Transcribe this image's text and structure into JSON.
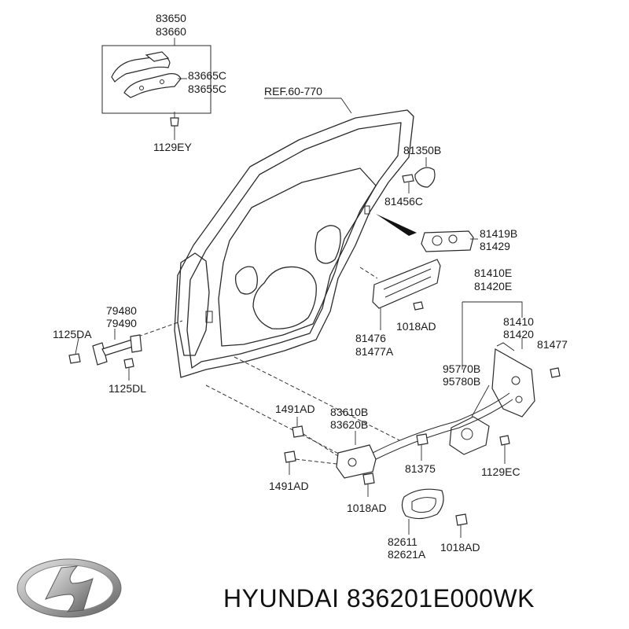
{
  "labels": {
    "p83650": "83650",
    "p83660": "83660",
    "p83665C": "83665C",
    "p83655C": "83655C",
    "p1129EY": "1129EY",
    "ref": "REF.60-770",
    "p81350B": "81350B",
    "p81456C": "81456C",
    "p81419B": "81419B",
    "p81429": "81429",
    "p81410E": "81410E",
    "p81420E": "81420E",
    "p79480": "79480",
    "p79490": "79490",
    "p1125DA": "1125DA",
    "p1125DL": "1125DL",
    "p81476": "81476",
    "p81477A": "81477A",
    "p1018AD_a": "1018AD",
    "p81410": "81410",
    "p81420": "81420",
    "p81477": "81477",
    "p95770B": "95770B",
    "p95780B": "95780B",
    "p1491AD_a": "1491AD",
    "p83610B": "83610B",
    "p83620B": "83620B",
    "p1491AD_b": "1491AD",
    "p81375": "81375",
    "p1129EC": "1129EC",
    "p1018AD_b": "1018AD",
    "p82611": "82611",
    "p82621A": "82621A",
    "p1018AD_c": "1018AD"
  },
  "footer": {
    "brand_text": "HYUNDAI 836201E000WK",
    "logo_icon": "hyundai-logo-icon"
  },
  "colors": {
    "line": "#2a2a2a",
    "logo_silver": "#9a9a9a",
    "text": "#111111"
  }
}
